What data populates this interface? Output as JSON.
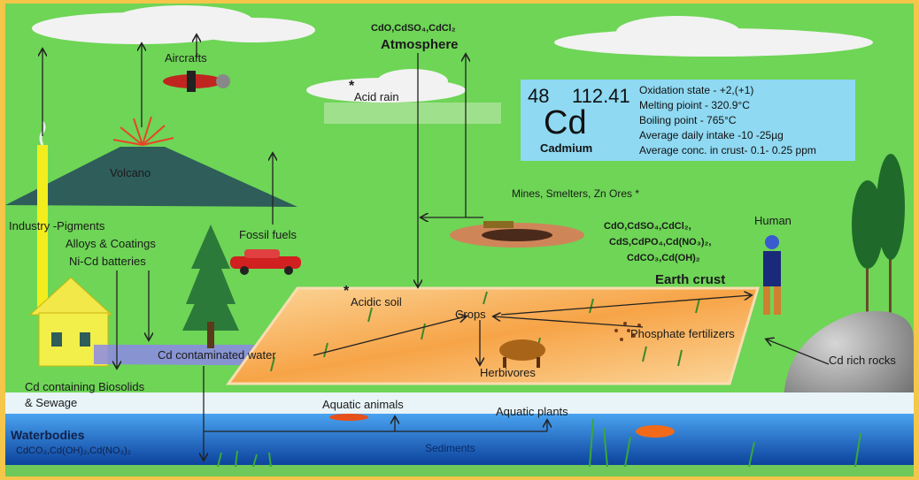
{
  "title": "Atmosphere",
  "atmosphere_compounds": "CdO,CdSO₄,CdCl₂",
  "element": {
    "atomic_number": "48",
    "atomic_mass": "112.41",
    "symbol": "Cd",
    "name": "Cadmium",
    "properties": [
      "Oxidation state - +2,(+1)",
      "Melting pioint - 320.9°C",
      "Boiling point - 765°C",
      "Average daily intake -10 -25µg",
      "Average conc. in crust- 0.1- 0.25 ppm"
    ]
  },
  "labels": {
    "aircrafts": "Aircrafts",
    "acid_rain": "Acid rain",
    "volcano": "Volcano",
    "industry_1": "Industry -Pigments",
    "industry_2": "Alloys & Coatings",
    "industry_3": "Ni-Cd batteries",
    "fossil_fuels": "Fossil fuels",
    "mines": "Mines, Smelters, Zn Ores *",
    "human": "Human",
    "earth_crust": "Earth crust",
    "acidic_soil": "Acidic soil",
    "crops": "Crops",
    "herbivores": "Herbivores",
    "phosphate": "Phosphate fertilizers",
    "cd_rich_rocks": "Cd rich rocks",
    "contaminated_water": "Cd contaminated water",
    "biosolids_1": "Cd containing Biosolids",
    "biosolids_2": "& Sewage",
    "aquatic_animals": "Aquatic animals",
    "aquatic_plants": "Aquatic plants",
    "waterbodies": "Waterbodies",
    "sediments": "Sediments",
    "asterisk": "*"
  },
  "crust_compounds": [
    "CdO,CdSO₄,CdCl₂,",
    "CdS,CdPO₄,Cd(NO₃)₂,",
    "CdCO₃,Cd(OH)₂"
  ],
  "water_compounds": "CdCO₃,Cd(OH)₂,Cd(NO₃)₂",
  "colors": {
    "border": "#f4c64a",
    "ground": "#6ed556",
    "info_box": "#8fd9f2",
    "water": "#1f6fd0",
    "soil": "#f6a94a"
  }
}
